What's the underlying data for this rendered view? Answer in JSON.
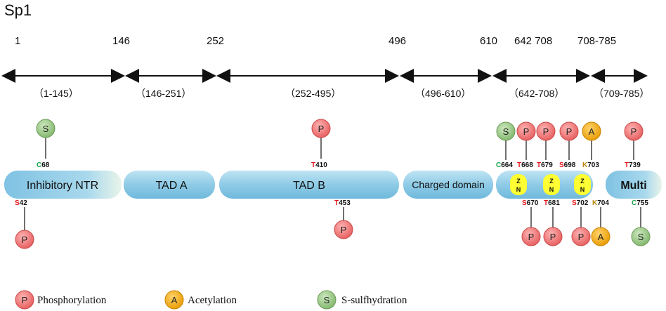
{
  "title": "Sp1",
  "positions": [
    "1",
    "146",
    "252",
    "496",
    "610",
    "642 708",
    "708-785"
  ],
  "ranges": [
    "（1-145）",
    "（146-251）",
    "（252-495）",
    "（496-610）",
    "（642-708）",
    "（709-785）"
  ],
  "domains": {
    "inhibitory": "Inhibitory NTR",
    "tad_a": "TAD A",
    "tad_b": "TAD B",
    "charged": "Charged domain",
    "multi": "Multi"
  },
  "zn_letters": [
    "Z",
    "N"
  ],
  "badges": {
    "phospho": "P",
    "acetyl": "A",
    "sulf": "S"
  },
  "colors": {
    "phospho": "#f08080",
    "acetyl": "#f6b020",
    "sulf": "#9ccc8a",
    "domain": "#9fd3ea",
    "zn": "#ffff33",
    "residue_T_S": "#e8161b",
    "residue_C": "#17a34a",
    "residue_K": "#b8860b"
  },
  "sites": {
    "c68": {
      "res": "C",
      "num": "68"
    },
    "s42": {
      "res": "S",
      "num": "42"
    },
    "t410": {
      "res": "T",
      "num": "410"
    },
    "t453": {
      "res": "T",
      "num": "453"
    },
    "c664": {
      "res": "C",
      "num": "664"
    },
    "t668": {
      "res": "T",
      "num": "668"
    },
    "t679": {
      "res": "T",
      "num": "679"
    },
    "s698": {
      "res": "S",
      "num": "698"
    },
    "k703": {
      "res": "K",
      "num": "703"
    },
    "t739": {
      "res": "T",
      "num": "739"
    },
    "s670": {
      "res": "S",
      "num": "670"
    },
    "t681": {
      "res": "T",
      "num": "681"
    },
    "s702": {
      "res": "S",
      "num": "702"
    },
    "k704": {
      "res": "K",
      "num": "704"
    },
    "c755": {
      "res": "C",
      "num": "755"
    }
  },
  "legend": {
    "phospho": "Phosphorylation",
    "acetyl": "Acetylation",
    "sulf": "S-sulfhydration"
  }
}
